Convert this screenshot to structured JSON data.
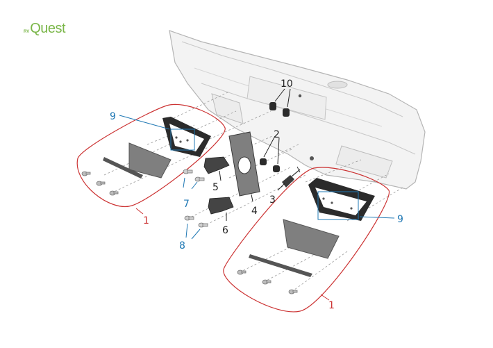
{
  "logo": {
    "prefix": "RV",
    "name": "Quest"
  },
  "colors": {
    "accent_green": "#7ab648",
    "callout_black": "#222222",
    "callout_blue": "#1f78b4",
    "group_outline_red": "#cc3333",
    "part_dark": "#2b2b2b",
    "part_gray": "#7f7f7f",
    "vehicle_body": "#f3f3f3"
  },
  "callouts": {
    "c1_left": "1",
    "c1_right": "1",
    "c2": "2",
    "c3": "3",
    "c4": "4",
    "c5": "5",
    "c6": "6",
    "c7": "7",
    "c8": "8",
    "c9_left": "9",
    "c9_right": "9",
    "c10": "10"
  }
}
